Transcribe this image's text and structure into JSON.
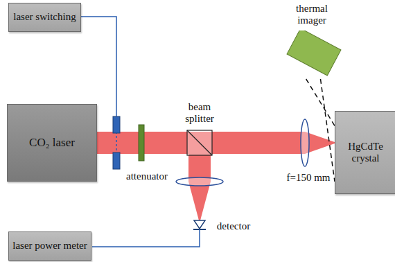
{
  "diagram": {
    "nodes": [
      {
        "text": [
          "laser switching"
        ]
      },
      {
        "text": [
          "thermal imager"
        ]
      },
      {
        "text": [
          "CO₂ laser"
        ]
      },
      {
        "text": [
          "HgCdTe crystal"
        ]
      },
      {
        "text": [
          "laser power meter"
        ]
      }
    ],
    "edges": [
      {
        "from": 1,
        "to": 3,
        "arrow": "none"
      },
      {
        "from": 1,
        "to": 3,
        "arrow": "none"
      }
    ],
    "labels": [
      "beam splitter",
      "attenuator",
      "f=150 mm",
      "detector"
    ]
  }
}
